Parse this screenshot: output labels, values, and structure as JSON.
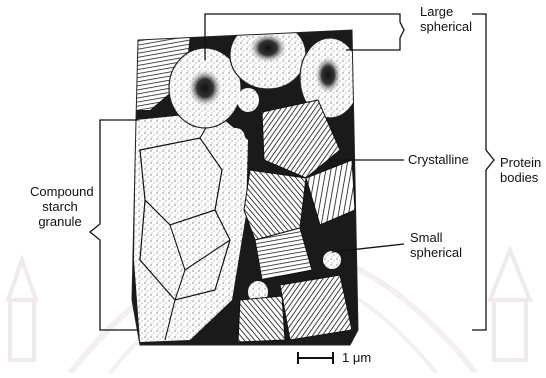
{
  "labels": {
    "large_spherical": [
      "Large",
      "spherical"
    ],
    "crystalline": "Crystalline",
    "small_spherical": [
      "Small",
      "spherical"
    ],
    "protein_bodies": [
      "Protein",
      "bodies"
    ],
    "compound_starch_granule": [
      "Compound",
      "starch",
      "granule"
    ],
    "scale_bar": "1 μm"
  },
  "colors": {
    "ink": "#111111",
    "dark_matrix": "#1a1a1a",
    "paper": "#ffffff",
    "watermark": "#e6e0e0"
  }
}
